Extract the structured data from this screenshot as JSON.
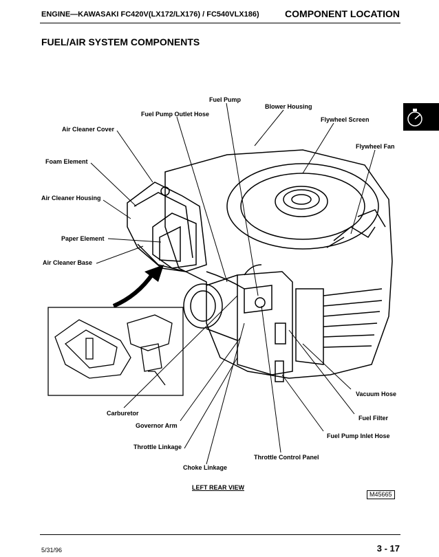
{
  "header": {
    "left": "ENGINE—KAWASAKI FC420V(LX172/LX176) / FC540VLX186)",
    "right": "COMPONENT LOCATION"
  },
  "title": "FUEL/AIR SYSTEM COMPONENTS",
  "tab_icon": "stopwatch-icon",
  "labels": {
    "fuel_pump": "Fuel Pump",
    "blower_housing": "Blower Housing",
    "fuel_pump_outlet_hose": "Fuel Pump Outlet Hose",
    "flywheel_screen": "Flywheel Screen",
    "air_cleaner_cover": "Air Cleaner Cover",
    "flywheel_fan": "Flywheel Fan",
    "foam_element": "Foam Element",
    "air_cleaner_housing": "Air Cleaner Housing",
    "paper_element": "Paper Element",
    "air_cleaner_base": "Air Cleaner Base",
    "vacuum_hose": "Vacuum Hose",
    "carburetor": "Carburetor",
    "fuel_filter": "Fuel Filter",
    "governor_arm": "Governor Arm",
    "fuel_pump_inlet_hose": "Fuel Pump Inlet Hose",
    "throttle_linkage": "Throttle Linkage",
    "throttle_control_panel": "Throttle Control Panel",
    "choke_linkage": "Choke Linkage"
  },
  "view_caption": "LEFT REAR VIEW",
  "figure_id": "M45665",
  "footer": {
    "date": "5/31/96",
    "page": "3 - 17"
  }
}
